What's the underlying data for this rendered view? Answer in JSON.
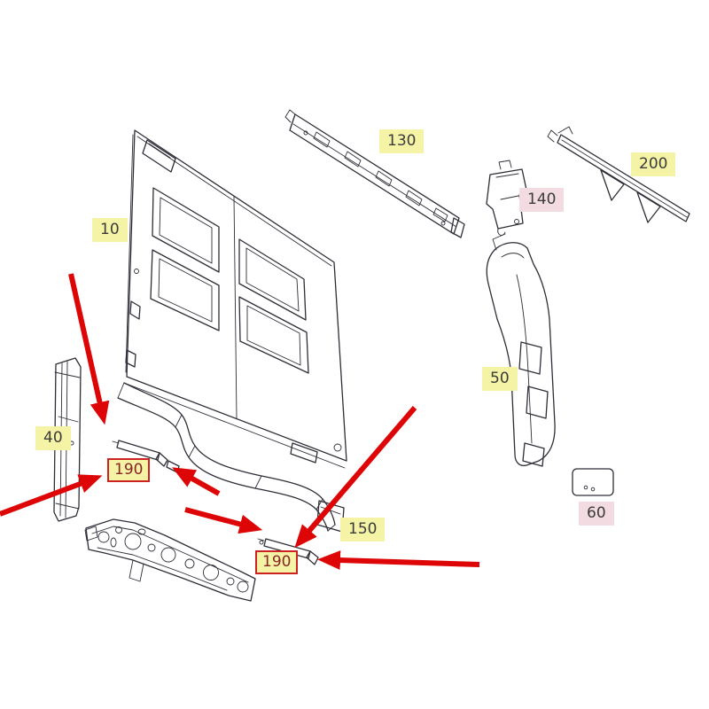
{
  "colors": {
    "background": "#ffffff",
    "line_art": "#2e2e38",
    "arrow": "#dd0505",
    "label_yellow_bg": "#f5f3a6",
    "label_pink_bg": "#f2dbe1",
    "label_text": "#3b3b3b",
    "highlight_border": "#cc2222",
    "highlight_text": "#8a2525"
  },
  "labels": {
    "p10": {
      "text": "10"
    },
    "p130": {
      "text": "130"
    },
    "p140": {
      "text": "140"
    },
    "p200": {
      "text": "200"
    },
    "p40": {
      "text": "40"
    },
    "p50": {
      "text": "50"
    },
    "p60": {
      "text": "60"
    },
    "p150": {
      "text": "150"
    },
    "p190a": {
      "text": "190"
    },
    "p190b": {
      "text": "190"
    }
  }
}
